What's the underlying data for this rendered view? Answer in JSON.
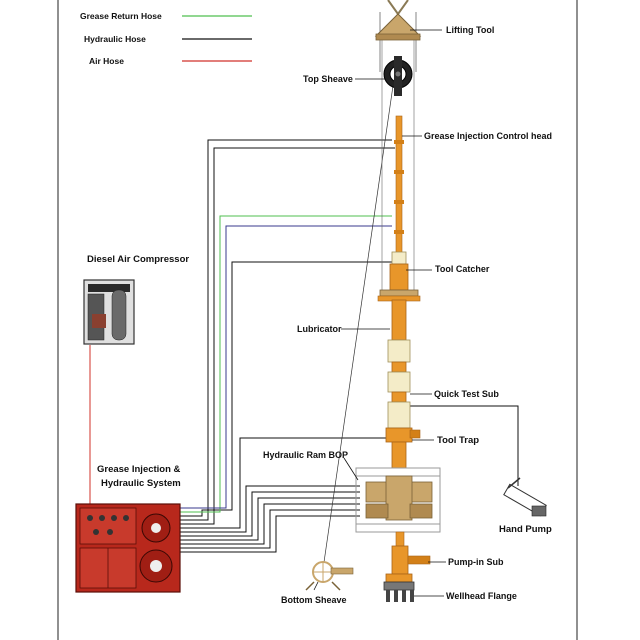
{
  "legend": [
    {
      "label": "Grease Return Hose",
      "color": "#4fbf4f"
    },
    {
      "label": "Hydraulic Hose",
      "color": "#111111"
    },
    {
      "label": "Air Hose",
      "color": "#d0302a"
    }
  ],
  "labels": {
    "lifting_tool": "Lifting Tool",
    "top_sheave": "Top Sheave",
    "grease_injection_control_head": "Grease Injection Control head",
    "diesel_air_compressor": "Diesel Air Compressor",
    "tool_catcher": "Tool Catcher",
    "lubricator": "Lubricator",
    "quick_test_sub": "Quick Test Sub",
    "tool_trap": "Tool Trap",
    "hydraulic_ram_bop": "Hydraulic Ram BOP",
    "grease_injection_line1": "Grease Injection &",
    "grease_injection_line2": "Hydraulic System",
    "hand_pump": "Hand Pump",
    "pump_in_sub": "Pump-in Sub",
    "bottom_sheave": "Bottom Sheave",
    "wellhead_flange": "Wellhead Flange"
  },
  "colors": {
    "orange": "#e8962a",
    "cream": "#f4ecc8",
    "tan": "#c9a66b",
    "red_unit": "#b8281c",
    "blue_hose": "#3a3a8c"
  }
}
